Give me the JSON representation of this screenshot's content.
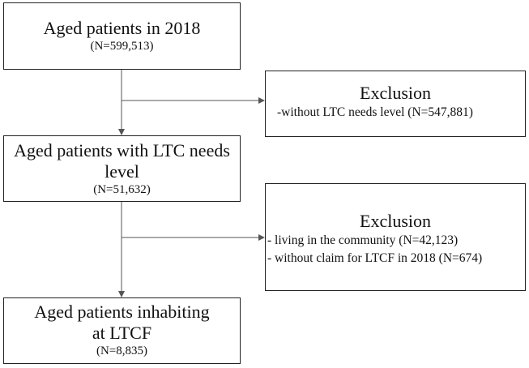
{
  "boxes": {
    "start": {
      "title": "Aged patients in 2018",
      "count": "(N=599,513)"
    },
    "ltc": {
      "title": "Aged patients with LTC needs level",
      "count": "(N=51,632)"
    },
    "final": {
      "title": "Aged patients inhabiting at LTCF",
      "count": "(N=8,835)"
    }
  },
  "exclusions": [
    {
      "title": "Exclusion",
      "lines": [
        "-without LTC needs level  (N=547,881)"
      ]
    },
    {
      "title": "Exclusion",
      "lines": [
        "- living in the community (N=42,123)",
        "- without claim for LTCF in 2018 (N=674)"
      ]
    }
  ],
  "colors": {
    "border": "#222222",
    "arrow": "#555555"
  }
}
